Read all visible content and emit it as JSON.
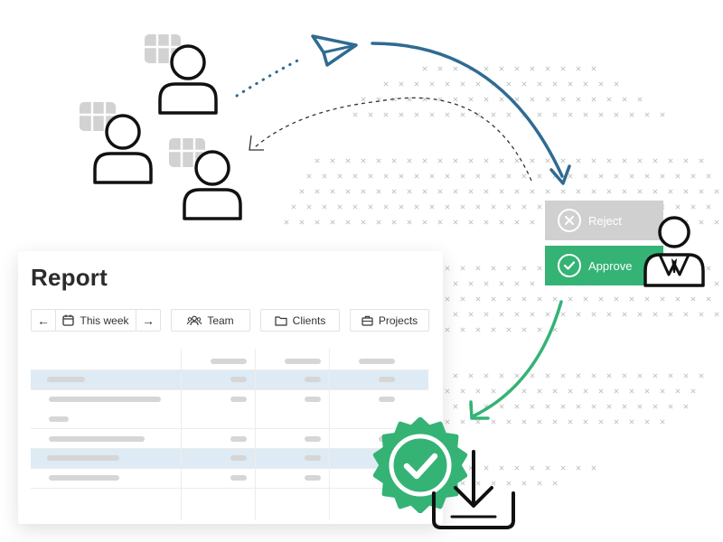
{
  "report": {
    "title": "Report",
    "toolbar": {
      "prev_label": "←",
      "week_label": "This week",
      "next_label": "→",
      "team_label": "Team",
      "clients_label": "Clients",
      "projects_label": "Projects"
    }
  },
  "decision": {
    "reject_label": "Reject",
    "approve_label": "Approve"
  },
  "colors": {
    "approve": "#34b375",
    "reject": "#d0d0d0",
    "arrow_blue": "#2f6b93",
    "arrow_green": "#34b375",
    "row_highlight": "#deebf5"
  },
  "icons": [
    "user-icon",
    "grid-icon",
    "paper-plane-icon",
    "calendar-icon",
    "team-icon",
    "folder-icon",
    "briefcase-icon",
    "reject-x-icon",
    "approve-check-icon",
    "manager-icon",
    "certified-badge-icon",
    "download-icon"
  ]
}
